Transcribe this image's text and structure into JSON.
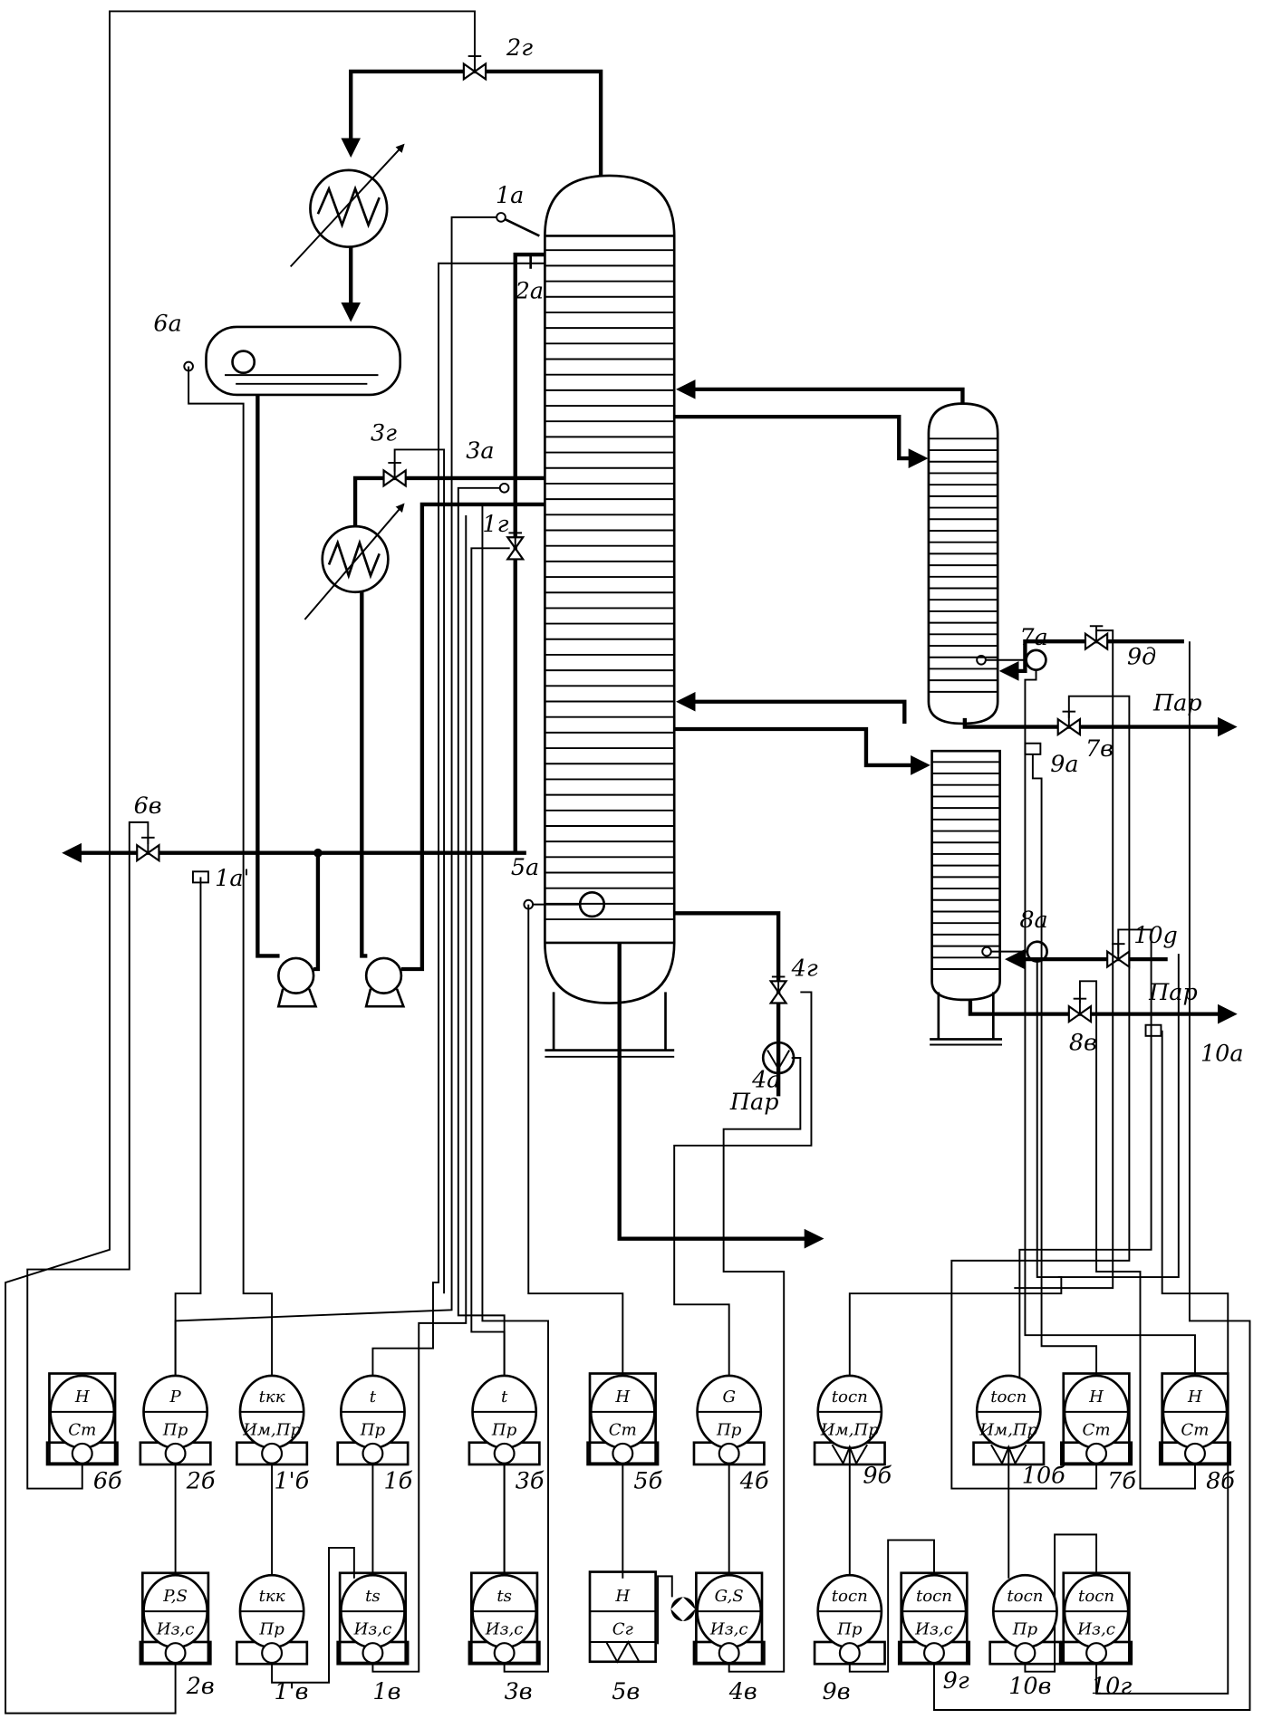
{
  "process_labels": {
    "v2g": "2г",
    "s1a": "1а",
    "s2a": "2а",
    "s6a": "6а",
    "v3g": "3г",
    "s3a": "3а",
    "v1g": "1г",
    "v6v": "6в",
    "s1a_prime": "1а'",
    "s5a": "5а",
    "v4g": "4г",
    "s4a": "4а",
    "steam_4": "Пар",
    "s7a": "7а",
    "v9d": "9д",
    "steam_7": "Пар",
    "v7v": "7в",
    "s9a": "9а",
    "s8a": "8а",
    "v10d": "10g",
    "steam_8": "Пар",
    "v8v": "8в",
    "s10a": "10а"
  },
  "instruments": [
    {
      "id": "6б",
      "top": "H",
      "bottom": "Ст",
      "style": "framed"
    },
    {
      "id": "2б",
      "top": "P",
      "bottom": "Пр",
      "style": "plain"
    },
    {
      "id": "1'б",
      "top": "tкк",
      "bottom": "Им,Пр",
      "style": "plain"
    },
    {
      "id": "1б",
      "top": "t",
      "bottom": "Пр",
      "style": "plain"
    },
    {
      "id": "3б",
      "top": "t",
      "bottom": "Пр",
      "style": "plain"
    },
    {
      "id": "5б",
      "top": "H",
      "bottom": "Ст",
      "style": "framed"
    },
    {
      "id": "4б",
      "top": "G",
      "bottom": "Пр",
      "style": "plain"
    },
    {
      "id": "9б",
      "top": "tосп",
      "bottom": "Им,Пр",
      "style": "valve-base"
    },
    {
      "id": "10б",
      "top": "tосп",
      "bottom": "Им,Пр",
      "style": "valve-base"
    },
    {
      "id": "7б",
      "top": "H",
      "bottom": "Ст",
      "style": "framed"
    },
    {
      "id": "8б",
      "top": "H",
      "bottom": "Ст",
      "style": "framed"
    },
    {
      "id": "2в",
      "top": "P,S",
      "bottom": "Из,с",
      "style": "framed"
    },
    {
      "id": "1'в",
      "top": "tкк",
      "bottom": "Пр",
      "style": "plain"
    },
    {
      "id": "1в",
      "top": "ts",
      "bottom": "Из,с",
      "style": "framed"
    },
    {
      "id": "3в",
      "top": "ts",
      "bottom": "Из,с",
      "style": "framed"
    },
    {
      "id": "5в",
      "top": "H",
      "bottom": "Сг",
      "style": "rect"
    },
    {
      "id": "4в",
      "top": "G,S",
      "bottom": "Из,с",
      "style": "framed"
    },
    {
      "id": "9в",
      "top": "tосп",
      "bottom": "Пр",
      "style": "plain"
    },
    {
      "id": "9г",
      "top": "tосп",
      "bottom": "Из,с",
      "style": "framed"
    },
    {
      "id": "10в",
      "top": "tосп",
      "bottom": "Пр",
      "style": "plain"
    },
    {
      "id": "10г",
      "top": "tосп",
      "bottom": "Из,с",
      "style": "framed"
    }
  ]
}
